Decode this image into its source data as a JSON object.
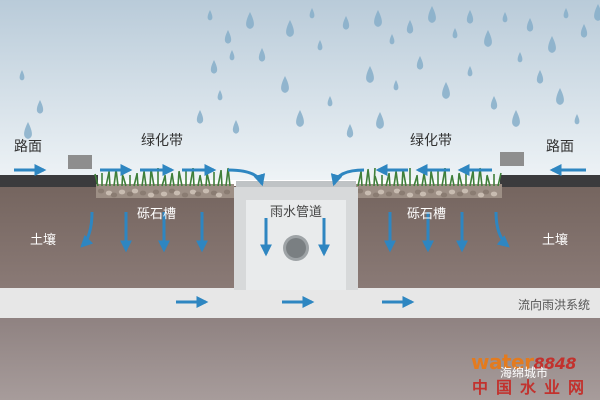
{
  "labels": {
    "road_left": "路面",
    "road_right": "路面",
    "green_left": "绿化带",
    "green_right": "绿化带",
    "gravel_left": "砾石槽",
    "gravel_right": "砾石槽",
    "soil_left": "土壤",
    "soil_right": "土壤",
    "pipe": "雨水管道",
    "flood": "流向雨洪系统"
  },
  "watermark": {
    "brand_part1": "water",
    "brand_part2": "8848",
    "line2": "中国水业网",
    "line3": "海绵城市"
  },
  "colors": {
    "sky_top": "#b9cbd9",
    "sky_bottom": "#eef3f6",
    "raindrop": "#86aec9",
    "soil": "#7e6e6b",
    "soil_dark": "#6f605c",
    "road": "#3b3b3d",
    "channel": "#d7d9da",
    "pipe_box": "#e4e6e7",
    "arrow": "#2e86c1",
    "grass": "#3f7f3a",
    "gravel": "#a89a8e"
  }
}
